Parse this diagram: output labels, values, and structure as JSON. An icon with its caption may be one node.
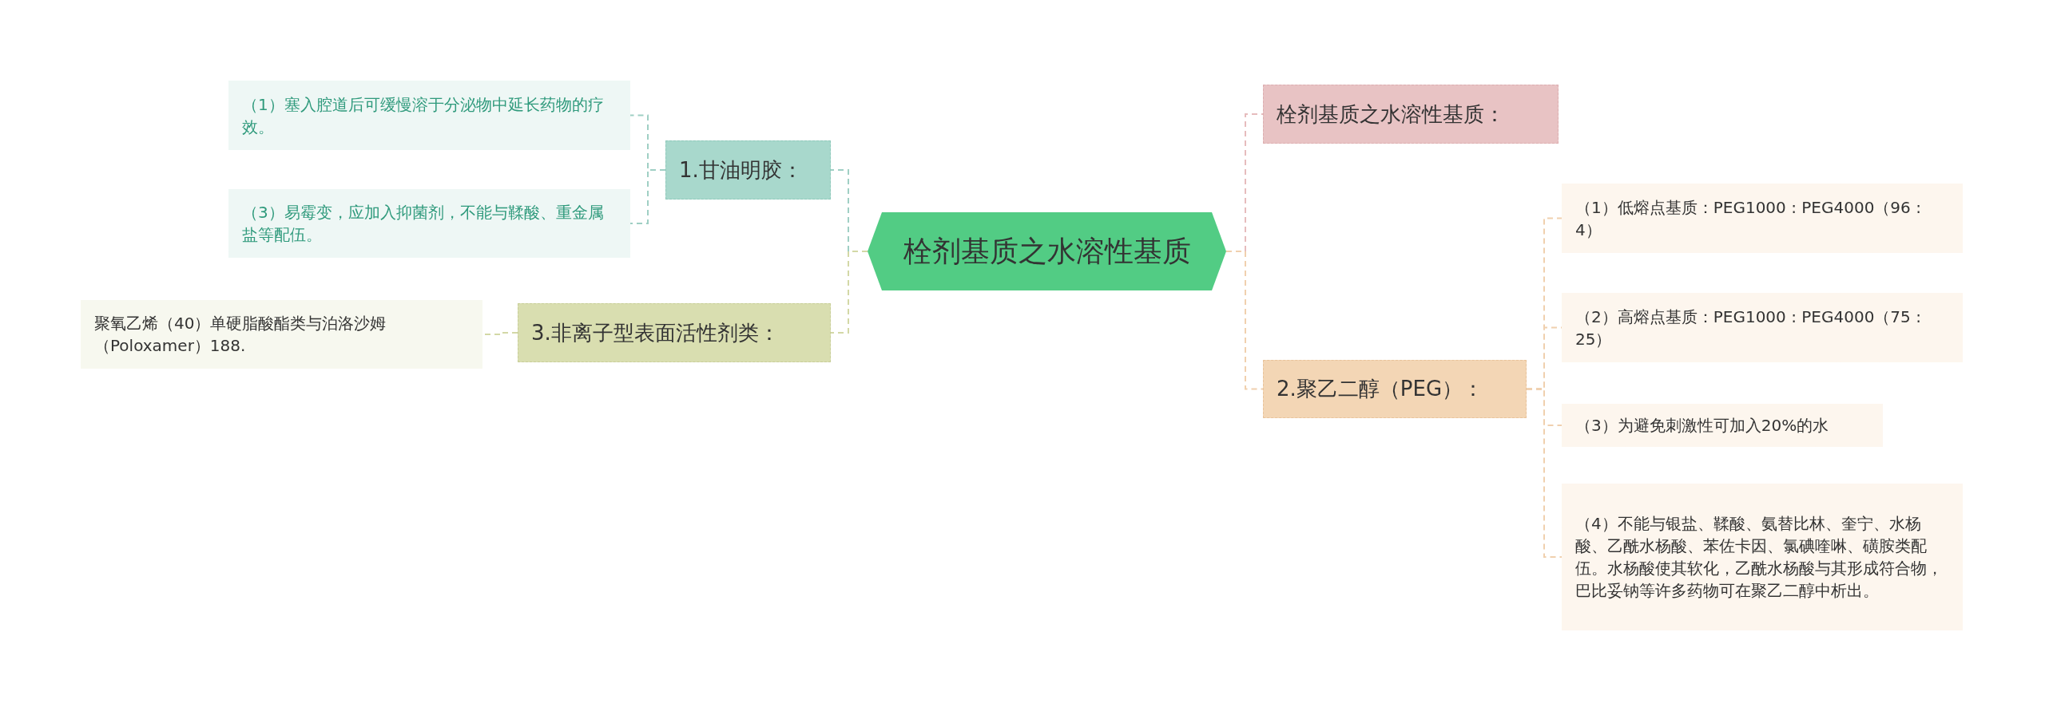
{
  "diagram": {
    "nodes": [
      {
        "text": [
          "栓剂基质之水溶性基质"
        ]
      },
      {
        "text": [
          "1.甘油明胶："
        ]
      },
      {
        "text": [
          "（1）塞入腔道后可缓慢溶于分泌物中延长药物的疗效。"
        ]
      },
      {
        "text": [
          "（3）易霉变，应加入抑菌剂，不能与鞣酸、重金属盐等配伍。"
        ]
      },
      {
        "text": [
          "3.非离子型表面活性剂类："
        ]
      },
      {
        "text": [
          "聚氧乙烯（40）单硬脂酸酯类与泊洛沙姆（Poloxamer）188."
        ]
      },
      {
        "text": [
          "栓剂基质之水溶性基质："
        ]
      },
      {
        "text": [
          "2.聚乙二醇（PEG）："
        ]
      },
      {
        "text": [
          "（1）低熔点基质：PEG1000 : PEG4000（96 : 4）"
        ]
      },
      {
        "text": [
          "（2）高熔点基质：PEG1000 : PEG4000（75 : 25）"
        ]
      },
      {
        "text": [
          "（3）为避免刺激性可加入20%的水"
        ]
      },
      {
        "text": [
          "（4）不能与银盐、鞣酸、氨替比林、奎宁、水杨酸、乙酰水杨酸、苯佐卡因、氯碘喹啉、磺胺类配伍。水杨酸使其软化，乙酰水杨酸与其形成符合物，巴比妥钠等许多药物可在聚乙二醇中析出。"
        ]
      }
    ],
    "edges": [
      {
        "from": 0,
        "to": 1,
        "arrow": "none",
        "style": "dashed",
        "color": "#9fcfc4"
      },
      {
        "from": 1,
        "to": 2,
        "arrow": "none",
        "style": "dashed",
        "color": "#9fcfc4"
      },
      {
        "from": 1,
        "to": 3,
        "arrow": "none",
        "style": "dashed",
        "color": "#9fcfc4"
      },
      {
        "from": 0,
        "to": 4,
        "arrow": "none",
        "style": "dashed",
        "color": "#d3d8a6"
      },
      {
        "from": 4,
        "to": 5,
        "arrow": "none",
        "style": "dashed",
        "color": "#d3d8a6"
      },
      {
        "from": 0,
        "to": 6,
        "arrow": "none",
        "style": "dashed",
        "color": "#e6bcbd"
      },
      {
        "from": 0,
        "to": 7,
        "arrow": "none",
        "style": "dashed",
        "color": "#f0d0ae"
      },
      {
        "from": 7,
        "to": 8,
        "arrow": "none",
        "style": "dashed",
        "color": "#f0d0ae"
      },
      {
        "from": 7,
        "to": 9,
        "arrow": "none",
        "style": "dashed",
        "color": "#f0d0ae"
      },
      {
        "from": 7,
        "to": 10,
        "arrow": "none",
        "style": "dashed",
        "color": "#f0d0ae"
      },
      {
        "from": 7,
        "to": 11,
        "arrow": "none",
        "style": "dashed",
        "color": "#f0d0ae"
      }
    ]
  }
}
